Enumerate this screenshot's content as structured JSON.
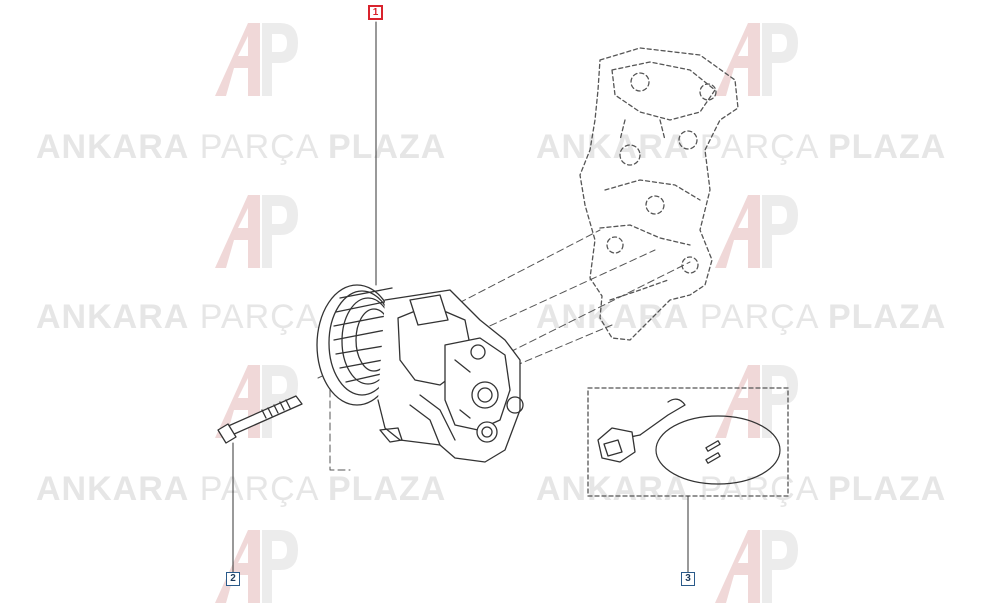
{
  "watermark": {
    "brand_word_1": "ANKARA",
    "brand_word_2": "PARÇA",
    "brand_word_3": "PLAZA",
    "logo_colors": {
      "primary": "#f2d6d6",
      "secondary": "#e8e8e8"
    }
  },
  "callouts": [
    {
      "id": "1",
      "label": "1",
      "selected": true
    },
    {
      "id": "2",
      "label": "2",
      "selected": false
    },
    {
      "id": "3",
      "label": "3",
      "selected": false
    }
  ],
  "colors": {
    "line": "#3a3a3a",
    "dash": "#555555",
    "callout_selected": "#d9232d",
    "callout": "#2a5a8a"
  }
}
